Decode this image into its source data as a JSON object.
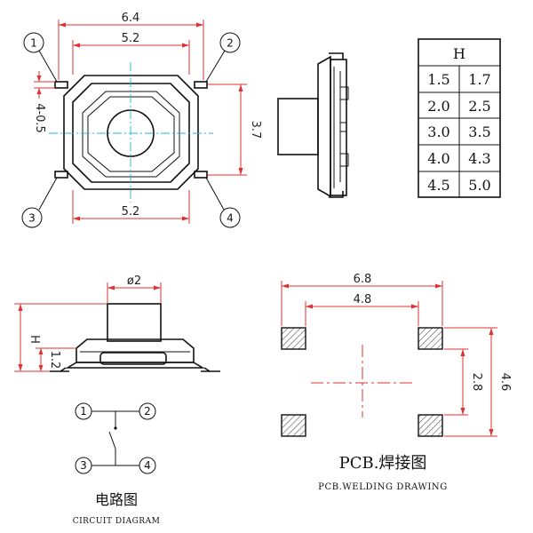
{
  "top_view": {
    "dim_top_width": "6.4",
    "dim_inner_width": "5.2",
    "dim_bottom_width": "5.2",
    "dim_height": "3.7",
    "dim_lead": "4-0.5",
    "pins": [
      "1",
      "2",
      "3",
      "4"
    ]
  },
  "h_table": {
    "header": "H",
    "rows": [
      [
        "1.5",
        "1.7"
      ],
      [
        "2.0",
        "2.5"
      ],
      [
        "3.0",
        "3.5"
      ],
      [
        "4.0",
        "4.3"
      ],
      [
        "4.5",
        "5.0"
      ]
    ]
  },
  "side_view": {
    "dim_diameter": "ø2",
    "dim_h": "H",
    "dim_body": "1.2"
  },
  "circuit": {
    "pins": [
      "1",
      "2",
      "3",
      "4"
    ],
    "title_cn": "电路图",
    "title_en": "CIRCUIT DIAGRAM"
  },
  "pcb": {
    "dim_outer": "6.8",
    "dim_inner": "4.8",
    "dim_pad_gap": "2.8",
    "dim_total": "4.6",
    "title_cn": "PCB.焊接图",
    "title_en": "PCB.WELDING DRAWING"
  },
  "colors": {
    "outline": "#111111",
    "dimension": "#e03030",
    "centerline": "#21b6d6",
    "pad_hatch": "#555555"
  }
}
